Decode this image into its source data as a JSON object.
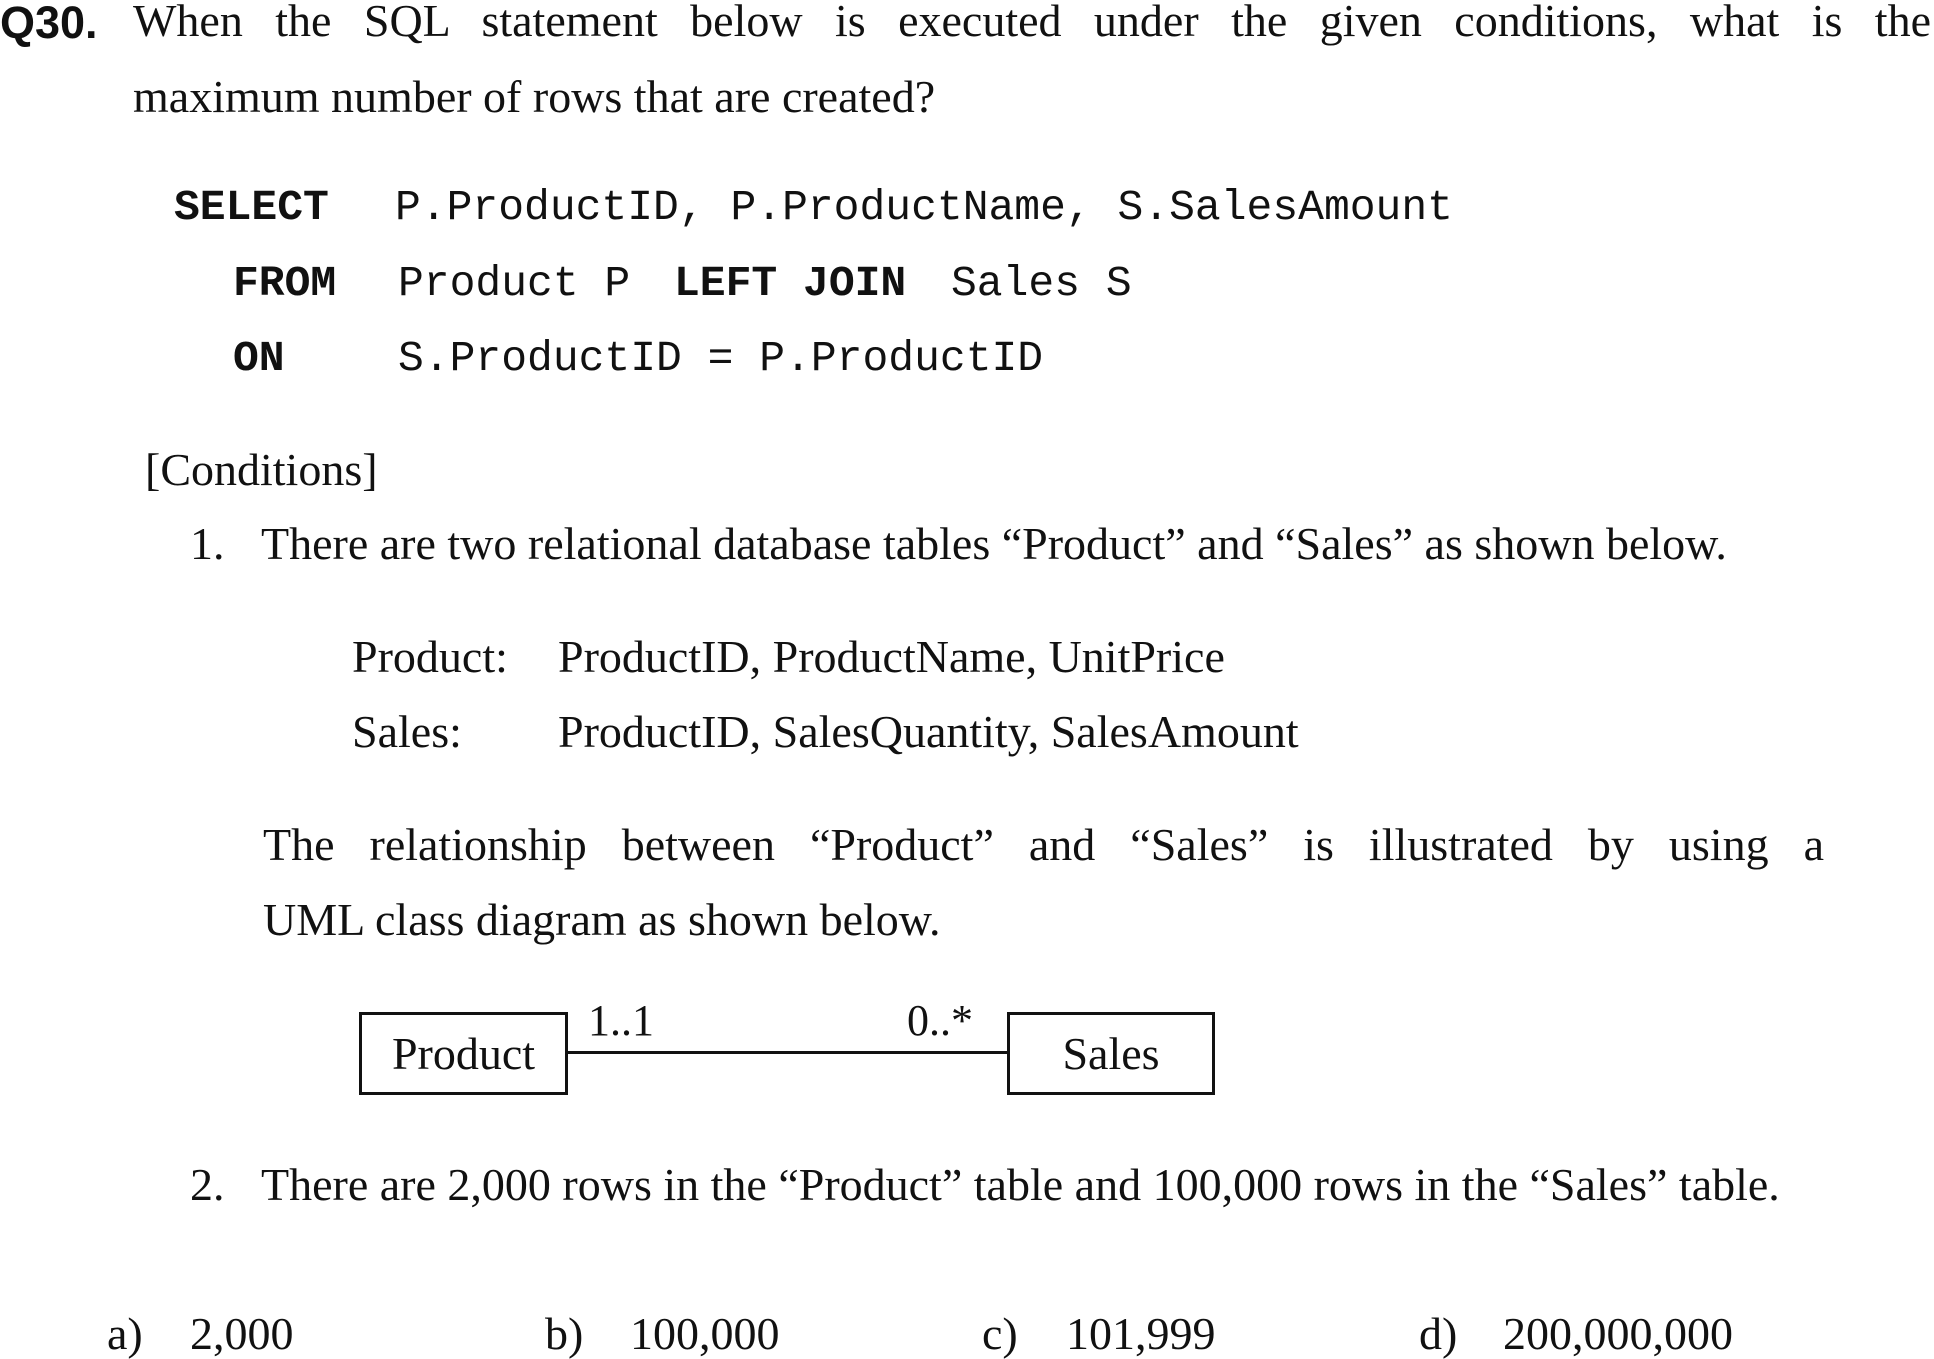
{
  "question": {
    "number": "Q30.",
    "text_line1": "When the SQL statement below is executed under the given conditions, what is the",
    "text_line2": "maximum number of rows that are created?"
  },
  "sql": {
    "select_keyword": "SELECT",
    "select_columns": "P.ProductID, P.ProductName, S.SalesAmount",
    "from_keyword": "FROM",
    "from_table": "Product P",
    "join_keyword": "LEFT JOIN",
    "join_table": "Sales S",
    "on_keyword": "ON",
    "on_condition": "S.ProductID = P.ProductID"
  },
  "conditions": {
    "heading": "[Conditions]",
    "item1": {
      "number": "1.",
      "text": "There are two relational database tables “Product” and “Sales” as shown below."
    },
    "tables": [
      {
        "name": "Product:",
        "columns": "ProductID, ProductName, UnitPrice"
      },
      {
        "name": "Sales:",
        "columns": "ProductID, SalesQuantity, SalesAmount"
      }
    ],
    "relationship_line1": "The relationship between “Product” and “Sales” is illustrated by using a",
    "relationship_line2": "UML class diagram as shown below.",
    "item2": {
      "number": "2.",
      "text": "There are 2,000 rows in the “Product” table and 100,000 rows in the “Sales” table."
    }
  },
  "uml": {
    "left_class": "Product",
    "right_class": "Sales",
    "left_multiplicity": "1..1",
    "right_multiplicity": "0..*"
  },
  "answers": [
    {
      "label": "a)",
      "value": "2,000"
    },
    {
      "label": "b)",
      "value": "100,000"
    },
    {
      "label": "c)",
      "value": "101,999"
    },
    {
      "label": "d)",
      "value": "200,000,000"
    }
  ]
}
